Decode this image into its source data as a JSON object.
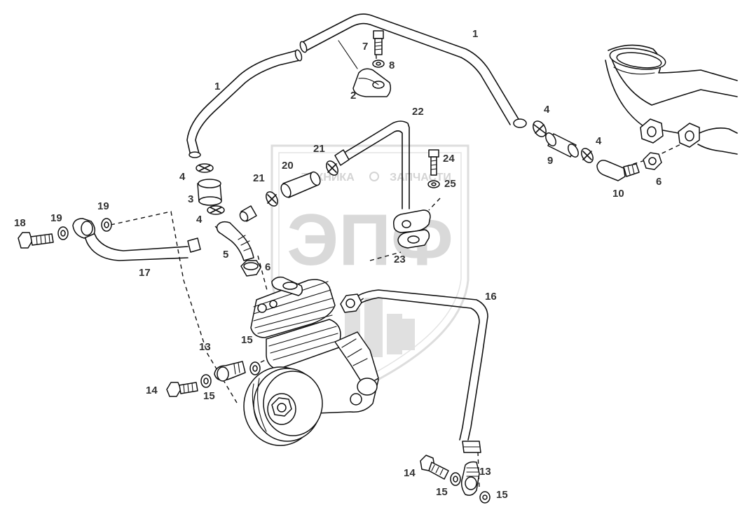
{
  "watermark": {
    "brand": "ЭПФ",
    "left_text": "ТЕХНИКА",
    "right_text": "ЗАПЧАСТИ",
    "color": "#d9d9d9"
  },
  "part_labels": [
    {
      "id": "1a",
      "text": "1"
    },
    {
      "id": "1b",
      "text": "1"
    },
    {
      "id": "2",
      "text": "2"
    },
    {
      "id": "7",
      "text": "7"
    },
    {
      "id": "8",
      "text": "8"
    },
    {
      "id": "22",
      "text": "22"
    },
    {
      "id": "4a",
      "text": "4"
    },
    {
      "id": "4b",
      "text": "4"
    },
    {
      "id": "9",
      "text": "9"
    },
    {
      "id": "10",
      "text": "10"
    },
    {
      "id": "6a",
      "text": "6"
    },
    {
      "id": "24",
      "text": "24"
    },
    {
      "id": "25",
      "text": "25"
    },
    {
      "id": "21a",
      "text": "21"
    },
    {
      "id": "20",
      "text": "20"
    },
    {
      "id": "21b",
      "text": "21"
    },
    {
      "id": "4c",
      "text": "4"
    },
    {
      "id": "3",
      "text": "3"
    },
    {
      "id": "4d",
      "text": "4"
    },
    {
      "id": "5",
      "text": "5"
    },
    {
      "id": "6b",
      "text": "6"
    },
    {
      "id": "23",
      "text": "23"
    },
    {
      "id": "19a",
      "text": "19"
    },
    {
      "id": "18",
      "text": "18"
    },
    {
      "id": "19b",
      "text": "19"
    },
    {
      "id": "17",
      "text": "17"
    },
    {
      "id": "16",
      "text": "16"
    },
    {
      "id": "13a",
      "text": "13"
    },
    {
      "id": "15a",
      "text": "15"
    },
    {
      "id": "14a",
      "text": "14"
    },
    {
      "id": "15b",
      "text": "15"
    },
    {
      "id": "14b",
      "text": "14"
    },
    {
      "id": "13b",
      "text": "13"
    },
    {
      "id": "15c",
      "text": "15"
    },
    {
      "id": "15d",
      "text": "15"
    }
  ]
}
